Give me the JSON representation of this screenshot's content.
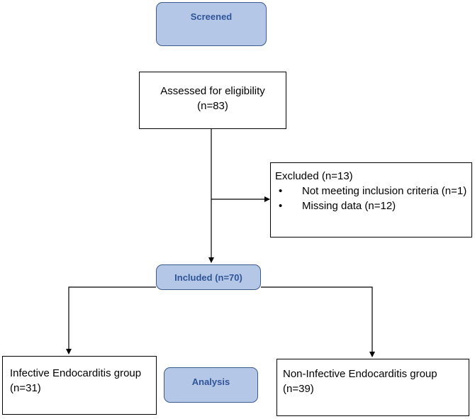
{
  "screened": {
    "label": "Screened"
  },
  "assessed": {
    "line1": "Assessed for eligibility",
    "line2": "(n=83)"
  },
  "excluded": {
    "title": "Excluded (n=13)",
    "items": [
      "Not meeting inclusion criteria (n=1)",
      "Missing data (n=12)"
    ]
  },
  "included": {
    "label": "Included (n=70)"
  },
  "groups": {
    "left": {
      "line1": "Infective Endocarditis group",
      "line2": "(n=31)"
    },
    "right": {
      "line1": "Non-Infective Endocarditis group",
      "line2": "(n=39)"
    }
  },
  "analysis": {
    "label": "Analysis"
  },
  "colors": {
    "pill_fill": "#b4c7e7",
    "pill_border": "#3c5a8a",
    "pill_text": "#2f5597"
  }
}
